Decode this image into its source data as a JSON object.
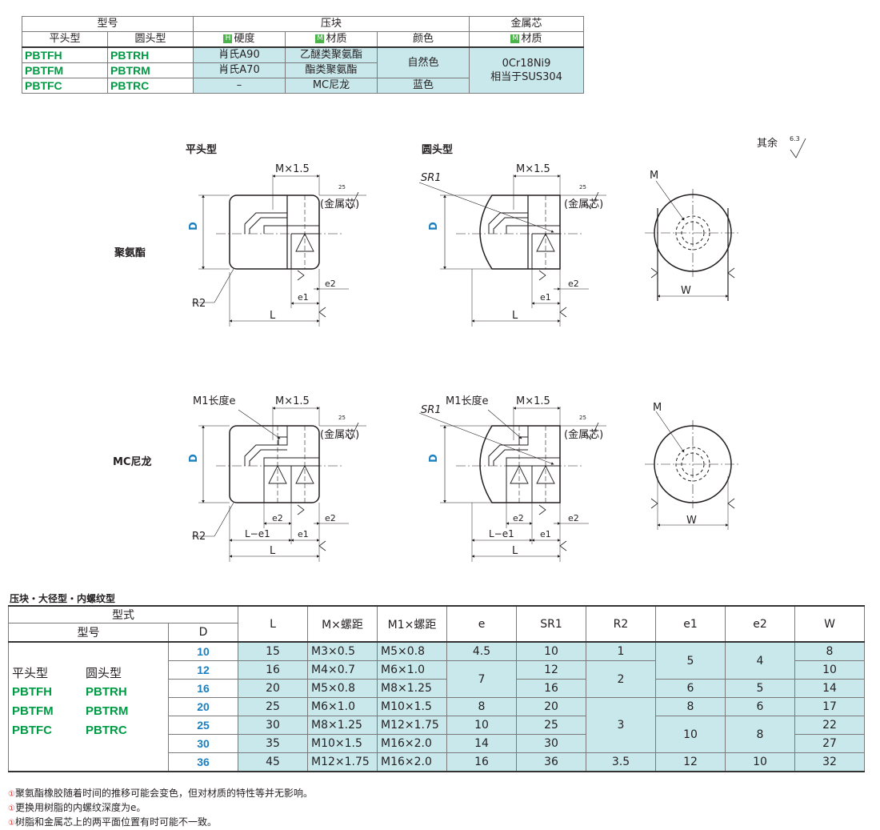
{
  "top_table": {
    "h_model": "型号",
    "h_press": "压块",
    "h_core": "金属芯",
    "h_flat": "平头型",
    "h_round": "圆头型",
    "h_hard": "硬度",
    "h_mat": "材质",
    "h_color": "颜色",
    "h_core_mat": "材质",
    "tag_h": "H",
    "tag_m": "M",
    "rows": [
      {
        "flat": "PBTFH",
        "round": "PBTRH",
        "hard": "肖氏A90",
        "mat": "乙醚类聚氨酯"
      },
      {
        "flat": "PBTFM",
        "round": "PBTRM",
        "hard": "肖氏A70",
        "mat": "酯类聚氨酯"
      },
      {
        "flat": "PBTFC",
        "round": "PBTRC",
        "hard": "–",
        "mat": "MC尼龙",
        "color": "蓝色"
      }
    ],
    "color_natural": "自然色",
    "core_line1": "0Cr18Ni9",
    "core_line2": "相当于SUS304"
  },
  "drawings": {
    "flat_title": "平头型",
    "round_title": "圆头型",
    "rest": "其余",
    "rest_finish": "6.3",
    "pu_label": "聚氨酯",
    "mc_label": "MC尼龙",
    "mx": "M×1.5",
    "core_note": "(金属芯)",
    "finish25": "25",
    "finish63": "6.3",
    "d": "D",
    "l": "L",
    "r2": "R2",
    "sr1": "SR1",
    "m": "M",
    "w": "W",
    "e1": "e1",
    "e2": "e2",
    "m1e": "M1长度e",
    "l_e1": "L−e1"
  },
  "spec_title": "压块・大径型・内螺纹型",
  "spec_table": {
    "h_type": "型式",
    "h_model": "型号",
    "h_d": "D",
    "h_l": "L",
    "h_m": "M×螺距",
    "h_m1": "M1×螺距",
    "h_e": "e",
    "h_sr1": "SR1",
    "h_r2": "R2",
    "h_e1": "e1",
    "h_e2": "e2",
    "h_w": "W",
    "flat_label": "平头型",
    "round_label": "圆头型",
    "flat_codes": [
      "PBTFH",
      "PBTFM",
      "PBTFC"
    ],
    "round_codes": [
      "PBTRH",
      "PBTRM",
      "PBTRC"
    ],
    "rows": [
      {
        "d": "10",
        "l": "15",
        "m": "M3×0.5",
        "m1": "M5×0.8",
        "e": "4.5",
        "sr1": "10",
        "w": "8"
      },
      {
        "d": "12",
        "l": "16",
        "m": "M4×0.7",
        "m1": "M6×1.0",
        "sr1": "12",
        "w": "10"
      },
      {
        "d": "16",
        "l": "20",
        "m": "M5×0.8",
        "m1": "M8×1.25",
        "sr1": "16",
        "w": "14"
      },
      {
        "d": "20",
        "l": "25",
        "m": "M6×1.0",
        "m1": "M10×1.5",
        "e": "8",
        "sr1": "20",
        "w": "17"
      },
      {
        "d": "25",
        "l": "30",
        "m": "M8×1.25",
        "m1": "M12×1.75",
        "e": "10",
        "sr1": "25",
        "w": "22"
      },
      {
        "d": "30",
        "l": "35",
        "m": "M10×1.5",
        "m1": "M16×2.0",
        "e": "14",
        "sr1": "30",
        "w": "27"
      },
      {
        "d": "36",
        "l": "45",
        "m": "M12×1.75",
        "m1": "M16×2.0",
        "e": "16",
        "sr1": "36",
        "w": "32"
      }
    ],
    "e_merged": "7",
    "r2_a": "1",
    "r2_b": "2",
    "r2_c": "3",
    "r2_d": "3.5",
    "e1_a": "5",
    "e1_b": "6",
    "e1_c": "8",
    "e1_d": "10",
    "e1_e": "12",
    "e2_a": "4",
    "e2_b": "5",
    "e2_c": "6",
    "e2_d": "8",
    "e2_e": "10"
  },
  "notes": [
    "聚氨酯橡胶随着时间的推移可能会变色，但对材质的特性等并无影响。",
    "更换用树脂的内螺纹深度为e。",
    "树脂和金属芯上的两平面位置有时可能不一致。"
  ],
  "note_icon": "①",
  "colors": {
    "accent_green": "#009a44",
    "accent_blue": "#1a7fc1",
    "cell_blue": "#c9e8ec"
  }
}
